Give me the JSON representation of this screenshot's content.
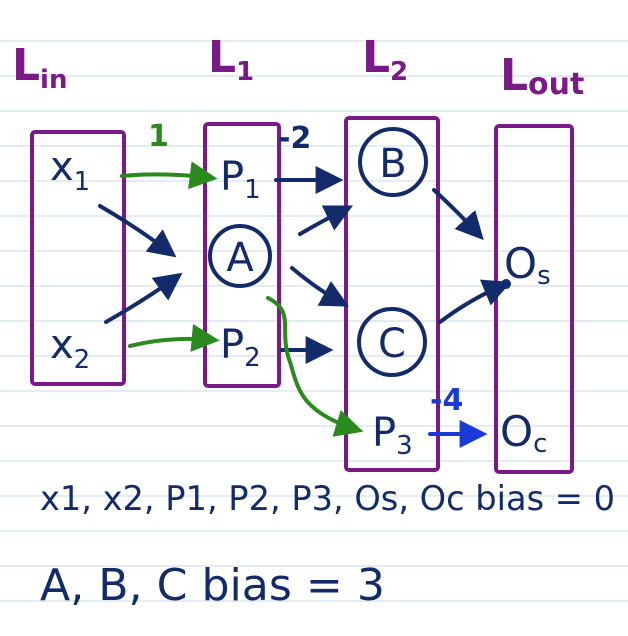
{
  "layers": {
    "in": {
      "base": "L",
      "sub": "in"
    },
    "l1": {
      "base": "L",
      "sub": "1"
    },
    "l2": {
      "base": "L",
      "sub": "2"
    },
    "out": {
      "base": "L",
      "sub": "out"
    }
  },
  "nodes": {
    "x1": {
      "base": "x",
      "sub": "1"
    },
    "x2": {
      "base": "x",
      "sub": "2"
    },
    "p1": {
      "base": "P",
      "sub": "1"
    },
    "p2": {
      "base": "P",
      "sub": "2"
    },
    "p3": {
      "base": "P",
      "sub": "3"
    },
    "a": "A",
    "b": "B",
    "c": "C",
    "os": {
      "base": "O",
      "sub": "s"
    },
    "oc": {
      "base": "O",
      "sub": "c"
    }
  },
  "weights": {
    "x1_p1": "1",
    "p1_b": "-2",
    "p3_oc": "-4"
  },
  "notes": {
    "bias_zero": "x1, x2, P1, P2, P3, Os, Oc bias = 0",
    "bias_three": "A, B, C bias = 3"
  },
  "colors": {
    "layer_box": "#7a1a86",
    "navy": "#142b6b",
    "green": "#2b8a1e",
    "blue": "#1a3ad8",
    "ruled_line": "#c9dbe8"
  }
}
